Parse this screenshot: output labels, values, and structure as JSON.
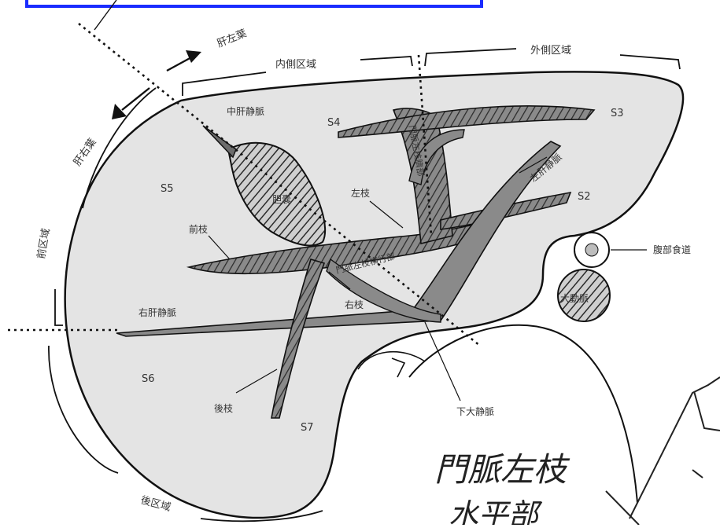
{
  "labels": {
    "left_lobe": "肝左葉",
    "right_lobe": "肝右葉",
    "medial_segment": "内側区域",
    "lateral_segment": "外側区域",
    "anterior_segment": "前区域",
    "posterior_segment": "後区域",
    "middle_hepatic_vein": "中肝静脈",
    "left_hepatic_vein": "左肝静脈",
    "right_hepatic_vein": "右肝静脈",
    "gallbladder": "胆嚢",
    "left_branch": "左枝",
    "right_branch": "右枝",
    "anterior_branch": "前枝",
    "posterior_branch": "後枝",
    "umbilical_portion": "門脈左枝臍部",
    "transverse_portion": "門脈左枝横行部",
    "abdominal_esophagus": "腹部食道",
    "aorta": "大動脈",
    "ivc": "下大静脈",
    "s2": "S2",
    "s3": "S3",
    "s4": "S4",
    "s5": "S5",
    "s6": "S6",
    "s7": "S7"
  },
  "handwriting": {
    "line1": "門脈左枝",
    "line2": "水平部"
  },
  "colors": {
    "liver_fill": "#e4e4e4",
    "outline": "#111111",
    "vessel_fill": "#8a8a8a",
    "hatch": "#2a2a2a",
    "title_bar_border": "#1a2cff"
  }
}
